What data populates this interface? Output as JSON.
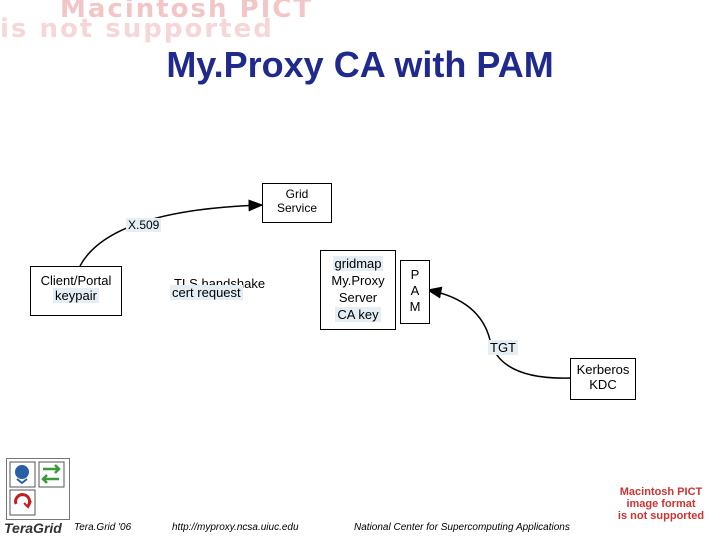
{
  "slide": {
    "title": "My.Proxy CA with PAM",
    "watermark": {
      "line1": "Macintosh PICT",
      "line2": "image format",
      "line3": "is not supported"
    }
  },
  "diagram": {
    "client": {
      "line1": "Client/Portal",
      "line2": "keypair"
    },
    "grid_service": {
      "line1": "Grid",
      "line2": "Service"
    },
    "x509_label": "X.509",
    "tls": {
      "line1": "TLS handshake",
      "line2": "cert request"
    },
    "myproxy": {
      "line1": "gridmap",
      "line2": "My.Proxy",
      "line3": "Server",
      "line4": "CA key"
    },
    "pam": {
      "line1": "P",
      "line2": "A",
      "line3": "M"
    },
    "tgt_label": "TGT",
    "kerberos": {
      "line1": "Kerberos",
      "line2": "KDC"
    }
  },
  "footer": {
    "logo_text": "TeraGrid",
    "event": "Tera.Grid '06",
    "url": "http://myproxy.ncsa.uiuc.edu",
    "org": "National Center for Supercomputing Applications"
  },
  "colors": {
    "title": "#1f2a8c",
    "watermark": "#cc3333",
    "highlight": "#e6eef5"
  }
}
